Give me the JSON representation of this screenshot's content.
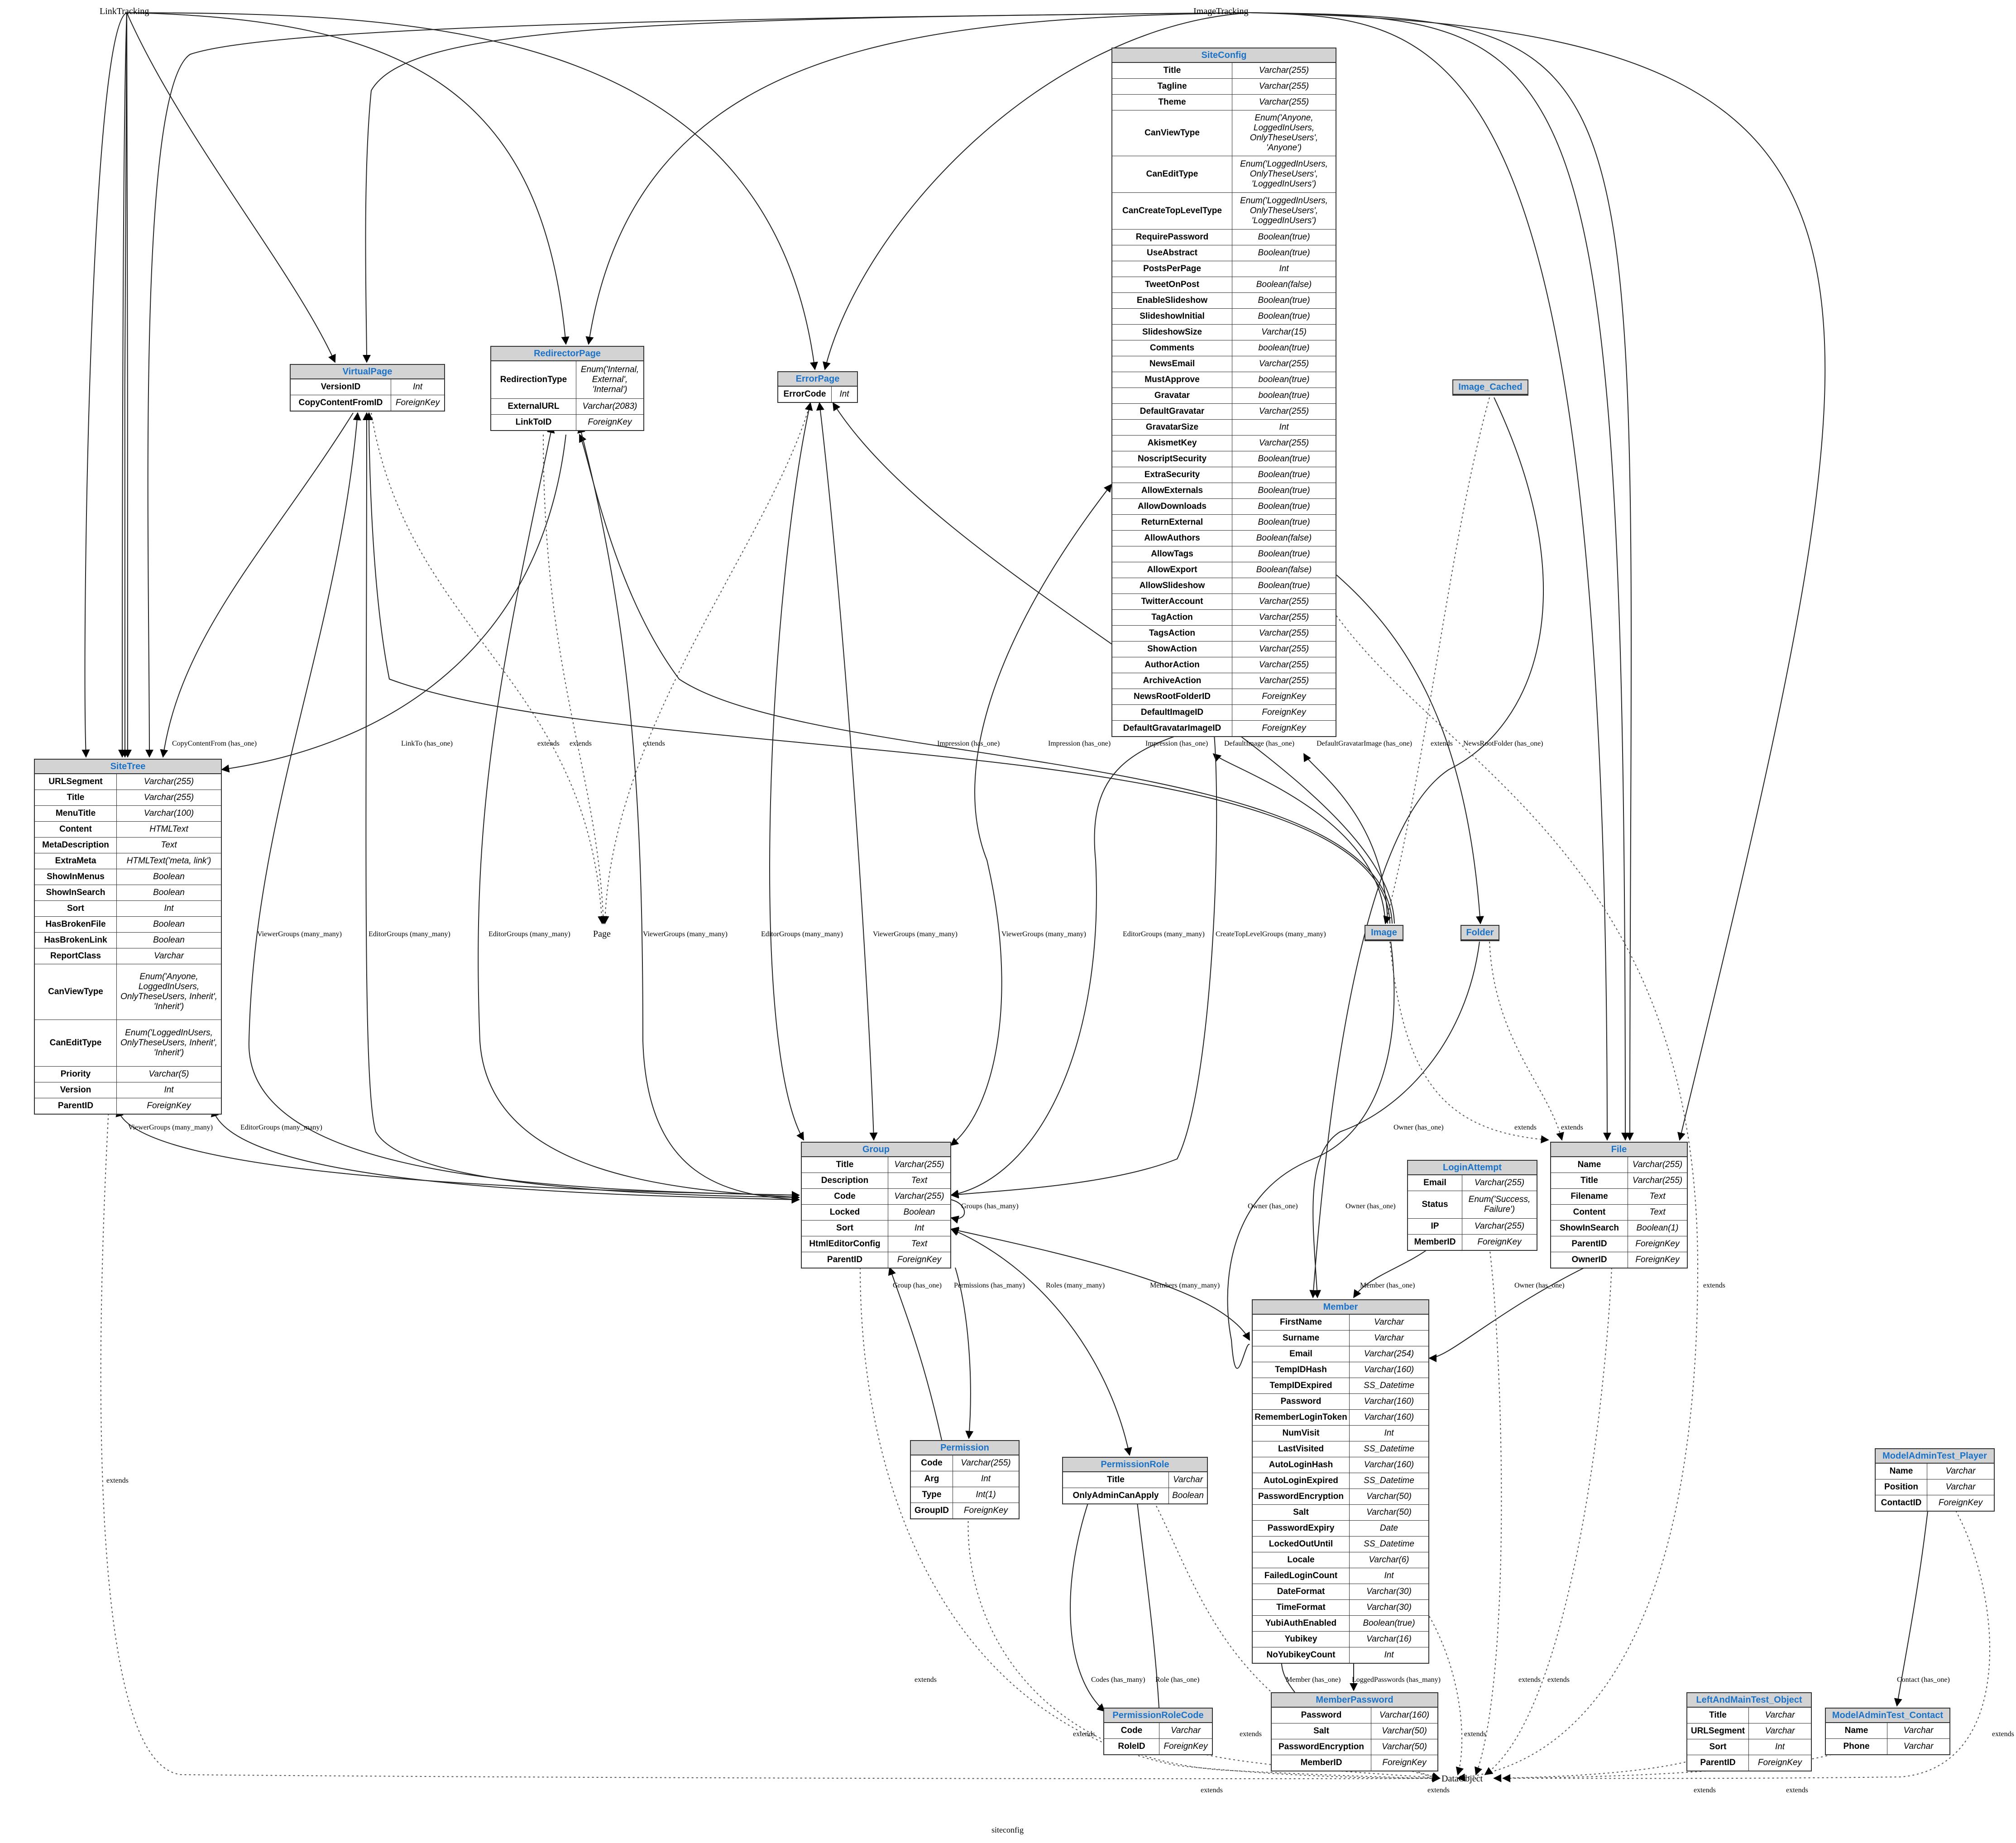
{
  "diagram": {
    "caption": "siteconfig",
    "nodes": {
      "link_tracking": "LinkTracking",
      "image_tracking": "ImageTracking",
      "page": "Page",
      "data_object": "DataObject"
    },
    "entities": [
      {
        "id": "SiteConfig",
        "title": "SiteConfig",
        "fields": [
          [
            "Title",
            "Varchar(255)"
          ],
          [
            "Tagline",
            "Varchar(255)"
          ],
          [
            "Theme",
            "Varchar(255)"
          ],
          [
            "CanViewType",
            "Enum('Anyone, LoggedInUsers, OnlyTheseUsers', 'Anyone')"
          ],
          [
            "CanEditType",
            "Enum('LoggedInUsers, OnlyTheseUsers', 'LoggedInUsers')"
          ],
          [
            "CanCreateTopLevelType",
            "Enum('LoggedInUsers, OnlyTheseUsers', 'LoggedInUsers')"
          ],
          [
            "RequirePassword",
            "Boolean(true)"
          ],
          [
            "UseAbstract",
            "Boolean(true)"
          ],
          [
            "PostsPerPage",
            "Int"
          ],
          [
            "TweetOnPost",
            "Boolean(false)"
          ],
          [
            "EnableSlideshow",
            "Boolean(true)"
          ],
          [
            "SlideshowInitial",
            "Boolean(true)"
          ],
          [
            "SlideshowSize",
            "Varchar(15)"
          ],
          [
            "Comments",
            "boolean(true)"
          ],
          [
            "NewsEmail",
            "Varchar(255)"
          ],
          [
            "MustApprove",
            "boolean(true)"
          ],
          [
            "Gravatar",
            "boolean(true)"
          ],
          [
            "DefaultGravatar",
            "Varchar(255)"
          ],
          [
            "GravatarSize",
            "Int"
          ],
          [
            "AkismetKey",
            "Varchar(255)"
          ],
          [
            "NoscriptSecurity",
            "Boolean(true)"
          ],
          [
            "ExtraSecurity",
            "Boolean(true)"
          ],
          [
            "AllowExternals",
            "Boolean(true)"
          ],
          [
            "AllowDownloads",
            "Boolean(true)"
          ],
          [
            "ReturnExternal",
            "Boolean(true)"
          ],
          [
            "AllowAuthors",
            "Boolean(false)"
          ],
          [
            "AllowTags",
            "Boolean(true)"
          ],
          [
            "AllowExport",
            "Boolean(false)"
          ],
          [
            "AllowSlideshow",
            "Boolean(true)"
          ],
          [
            "TwitterAccount",
            "Varchar(255)"
          ],
          [
            "TagAction",
            "Varchar(255)"
          ],
          [
            "TagsAction",
            "Varchar(255)"
          ],
          [
            "ShowAction",
            "Varchar(255)"
          ],
          [
            "AuthorAction",
            "Varchar(255)"
          ],
          [
            "ArchiveAction",
            "Varchar(255)"
          ],
          [
            "NewsRootFolderID",
            "ForeignKey"
          ],
          [
            "DefaultImageID",
            "ForeignKey"
          ],
          [
            "DefaultGravatarImageID",
            "ForeignKey"
          ]
        ]
      },
      {
        "id": "VirtualPage",
        "title": "VirtualPage",
        "fields": [
          [
            "VersionID",
            "Int"
          ],
          [
            "CopyContentFromID",
            "ForeignKey"
          ]
        ]
      },
      {
        "id": "RedirectorPage",
        "title": "RedirectorPage",
        "fields": [
          [
            "RedirectionType",
            "Enum('Internal, External', 'Internal')"
          ],
          [
            "ExternalURL",
            "Varchar(2083)"
          ],
          [
            "LinkToID",
            "ForeignKey"
          ]
        ]
      },
      {
        "id": "ErrorPage",
        "title": "ErrorPage",
        "fields": [
          [
            "ErrorCode",
            "Int"
          ]
        ]
      },
      {
        "id": "ImageCached",
        "title": "Image_Cached",
        "fields": []
      },
      {
        "id": "SiteTree",
        "title": "SiteTree",
        "fields": [
          [
            "URLSegment",
            "Varchar(255)"
          ],
          [
            "Title",
            "Varchar(255)"
          ],
          [
            "MenuTitle",
            "Varchar(100)"
          ],
          [
            "Content",
            "HTMLText"
          ],
          [
            "MetaDescription",
            "Text"
          ],
          [
            "ExtraMeta",
            "HTMLText('meta, link')"
          ],
          [
            "ShowInMenus",
            "Boolean"
          ],
          [
            "ShowInSearch",
            "Boolean"
          ],
          [
            "Sort",
            "Int"
          ],
          [
            "HasBrokenFile",
            "Boolean"
          ],
          [
            "HasBrokenLink",
            "Boolean"
          ],
          [
            "ReportClass",
            "Varchar"
          ],
          [
            "CanViewType",
            "Enum('Anyone, LoggedInUsers, OnlyTheseUsers, Inherit', 'Inherit')"
          ],
          [
            "CanEditType",
            "Enum('LoggedInUsers, OnlyTheseUsers, Inherit', 'Inherit')"
          ],
          [
            "Priority",
            "Varchar(5)"
          ],
          [
            "Version",
            "Int"
          ],
          [
            "ParentID",
            "ForeignKey"
          ]
        ]
      },
      {
        "id": "Image",
        "title": "Image",
        "fields": []
      },
      {
        "id": "Folder",
        "title": "Folder",
        "fields": []
      },
      {
        "id": "Group",
        "title": "Group",
        "fields": [
          [
            "Title",
            "Varchar(255)"
          ],
          [
            "Description",
            "Text"
          ],
          [
            "Code",
            "Varchar(255)"
          ],
          [
            "Locked",
            "Boolean"
          ],
          [
            "Sort",
            "Int"
          ],
          [
            "HtmlEditorConfig",
            "Text"
          ],
          [
            "ParentID",
            "ForeignKey"
          ]
        ]
      },
      {
        "id": "File",
        "title": "File",
        "fields": [
          [
            "Name",
            "Varchar(255)"
          ],
          [
            "Title",
            "Varchar(255)"
          ],
          [
            "Filename",
            "Text"
          ],
          [
            "Content",
            "Text"
          ],
          [
            "ShowInSearch",
            "Boolean(1)"
          ],
          [
            "ParentID",
            "ForeignKey"
          ],
          [
            "OwnerID",
            "ForeignKey"
          ]
        ]
      },
      {
        "id": "LoginAttempt",
        "title": "LoginAttempt",
        "fields": [
          [
            "Email",
            "Varchar(255)"
          ],
          [
            "Status",
            "Enum('Success, Failure')"
          ],
          [
            "IP",
            "Varchar(255)"
          ],
          [
            "MemberID",
            "ForeignKey"
          ]
        ]
      },
      {
        "id": "Member",
        "title": "Member",
        "fields": [
          [
            "FirstName",
            "Varchar"
          ],
          [
            "Surname",
            "Varchar"
          ],
          [
            "Email",
            "Varchar(254)"
          ],
          [
            "TempIDHash",
            "Varchar(160)"
          ],
          [
            "TempIDExpired",
            "SS_Datetime"
          ],
          [
            "Password",
            "Varchar(160)"
          ],
          [
            "RememberLoginToken",
            "Varchar(160)"
          ],
          [
            "NumVisit",
            "Int"
          ],
          [
            "LastVisited",
            "SS_Datetime"
          ],
          [
            "AutoLoginHash",
            "Varchar(160)"
          ],
          [
            "AutoLoginExpired",
            "SS_Datetime"
          ],
          [
            "PasswordEncryption",
            "Varchar(50)"
          ],
          [
            "Salt",
            "Varchar(50)"
          ],
          [
            "PasswordExpiry",
            "Date"
          ],
          [
            "LockedOutUntil",
            "SS_Datetime"
          ],
          [
            "Locale",
            "Varchar(6)"
          ],
          [
            "FailedLoginCount",
            "Int"
          ],
          [
            "DateFormat",
            "Varchar(30)"
          ],
          [
            "TimeFormat",
            "Varchar(30)"
          ],
          [
            "YubiAuthEnabled",
            "Boolean(true)"
          ],
          [
            "Yubikey",
            "Varchar(16)"
          ],
          [
            "NoYubikeyCount",
            "Int"
          ]
        ]
      },
      {
        "id": "Permission",
        "title": "Permission",
        "fields": [
          [
            "Code",
            "Varchar(255)"
          ],
          [
            "Arg",
            "Int"
          ],
          [
            "Type",
            "Int(1)"
          ],
          [
            "GroupID",
            "ForeignKey"
          ]
        ]
      },
      {
        "id": "PermissionRole",
        "title": "PermissionRole",
        "fields": [
          [
            "Title",
            "Varchar"
          ],
          [
            "OnlyAdminCanApply",
            "Boolean"
          ]
        ]
      },
      {
        "id": "ModelAdminTestPlayer",
        "title": "ModelAdminTest_Player",
        "fields": [
          [
            "Name",
            "Varchar"
          ],
          [
            "Position",
            "Varchar"
          ],
          [
            "ContactID",
            "ForeignKey"
          ]
        ]
      },
      {
        "id": "PermissionRoleCode",
        "title": "PermissionRoleCode",
        "fields": [
          [
            "Code",
            "Varchar"
          ],
          [
            "RoleID",
            "ForeignKey"
          ]
        ]
      },
      {
        "id": "MemberPassword",
        "title": "MemberPassword",
        "fields": [
          [
            "Password",
            "Varchar(160)"
          ],
          [
            "Salt",
            "Varchar(50)"
          ],
          [
            "PasswordEncryption",
            "Varchar(50)"
          ],
          [
            "MemberID",
            "ForeignKey"
          ]
        ]
      },
      {
        "id": "LeftAndMainTestObject",
        "title": "LeftAndMainTest_Object",
        "fields": [
          [
            "Title",
            "Varchar"
          ],
          [
            "URLSegment",
            "Varchar"
          ],
          [
            "Sort",
            "Int"
          ],
          [
            "ParentID",
            "ForeignKey"
          ]
        ]
      },
      {
        "id": "ModelAdminTestContact",
        "title": "ModelAdminTest_Contact",
        "fields": [
          [
            "Name",
            "Varchar"
          ],
          [
            "Phone",
            "Varchar"
          ]
        ]
      }
    ],
    "edge_labels": {
      "copy_content_from": "CopyContentFrom (has_one)",
      "link_to": "LinkTo (has_one)",
      "extends": "extends",
      "impression": "Impression (has_one)",
      "default_image": "DefaultImage (has_one)",
      "default_gravatar_image": "DefaultGravatarImage (has_one)",
      "news_root_folder": "NewsRootFolder (has_one)",
      "viewer_groups": "ViewerGroups (many_many)",
      "editor_groups": "EditorGroups (many_many)",
      "create_top_level_groups": "CreateTopLevelGroups (many_many)",
      "groups": "Groups (has_many)",
      "group": "Group (has_one)",
      "permissions": "Permissions (has_many)",
      "roles": "Roles (many_many)",
      "members": "Members (many_many)",
      "owner": "Owner (has_one)",
      "member": "Member (has_one)",
      "codes": "Codes (has_many)",
      "role": "Role (has_one)",
      "logged_passwords": "LoggedPasswords (has_many)",
      "contact": "Contact (has_one)"
    }
  }
}
